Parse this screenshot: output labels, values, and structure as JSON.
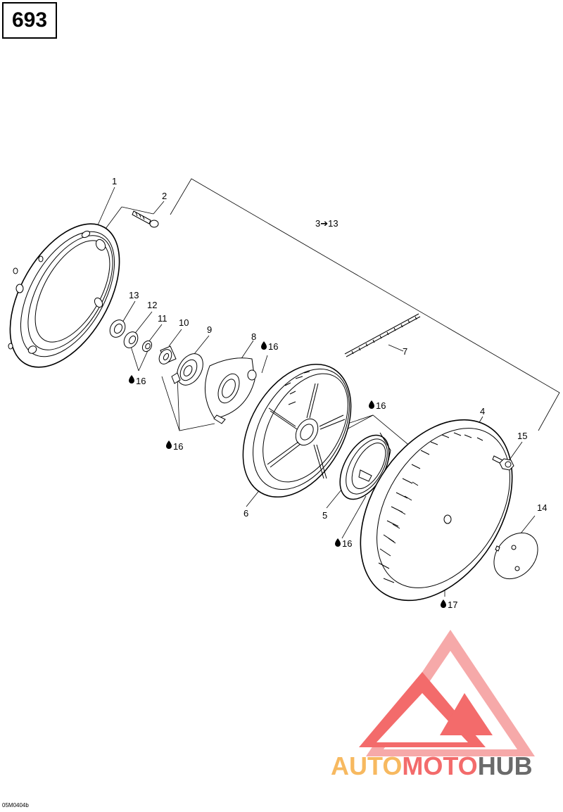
{
  "page_number": "693",
  "drawing_code": "05M0404b",
  "watermark": {
    "text_part1": "AUTO",
    "text_part2": "MOTO",
    "text_part3": "HUB",
    "colors": {
      "red": "#f25b5b",
      "orange": "#f7b24f",
      "gray": "#5a5a5a"
    }
  },
  "callouts": {
    "c1": "1",
    "c2": "2",
    "c3_13": "3➔13",
    "c4": "4",
    "c5": "5",
    "c6": "6",
    "c7": "7",
    "c8": "8",
    "c9": "9",
    "c10": "10",
    "c11": "11",
    "c12": "12",
    "c13": "13",
    "c14": "14",
    "c15": "15",
    "l16a": "16",
    "l16b": "16",
    "l16c": "16",
    "l16d": "16",
    "l16e": "16",
    "l17": "17"
  }
}
